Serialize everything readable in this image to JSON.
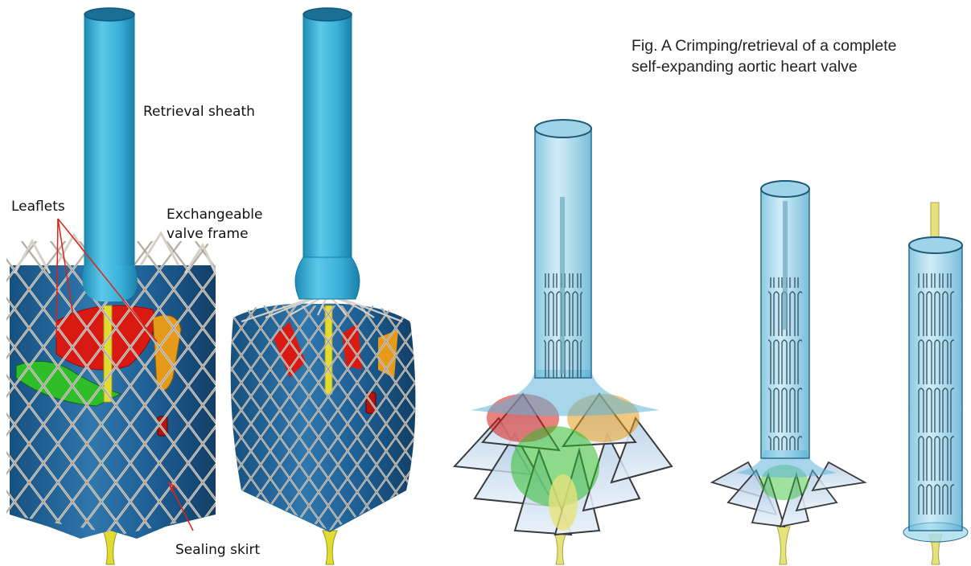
{
  "caption": {
    "line1": "Fig. A Crimping/retrieval of a complete",
    "line2": "self-expanding aortic heart valve"
  },
  "labels": {
    "retrieval_sheath": "Retrieval sheath",
    "leaflets": "Leaflets",
    "exchangeable_frame_line1": "Exchangeable",
    "exchangeable_frame_line2": "valve frame",
    "sealing_skirt": "Sealing skirt"
  },
  "colors": {
    "sheath": "#3bb0d6",
    "skirt": "#1f5f95",
    "frame_wire": "#c9c4bc",
    "leaflet_red": "#d91a12",
    "leaflet_green": "#2fbd2a",
    "leaflet_orange": "#e69a1a",
    "stem_yellow": "#e6e23a",
    "annotation_line": "#e0201a"
  }
}
